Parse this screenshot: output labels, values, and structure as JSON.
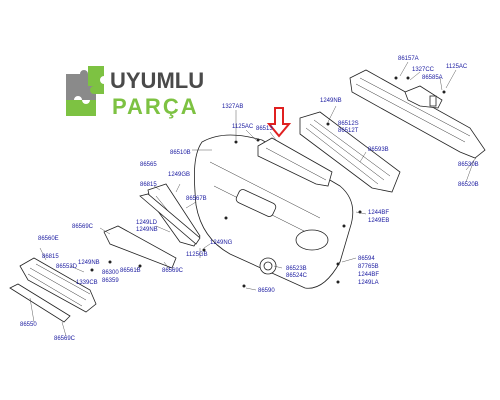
{
  "brand": {
    "line1": "UYUMLU",
    "line2": "PARÇA",
    "colors": {
      "puzzle_green": "#7dc242",
      "puzzle_gray": "#8a8a8a",
      "text_dark": "#4a4a4a",
      "text_green": "#7dc242"
    }
  },
  "highlight": {
    "color": "#e02020",
    "icon": "arrow-down"
  },
  "labels": {
    "p86157A": "86157A",
    "p1327CC": "1327CC",
    "p86585A": "86585A",
    "p1125AC_r": "1125AC",
    "p1249NB_t": "1249NB",
    "p86512S": "86512S",
    "p86512T": "86512T",
    "p1327AB": "1327AB",
    "p1125AC_m": "1125AC",
    "p86513": "86513",
    "p86510B": "86510B",
    "p86593B": "86593B",
    "p86530B": "86530B",
    "p86520B": "86520B",
    "p86565": "86565",
    "p86815": "86815",
    "p1249GB": "1249GB",
    "p86567B": "86567B",
    "p1244BF": "1244BF",
    "p1249EB": "1249EB",
    "p86569C_a": "86569C",
    "p1249LD": "1249LD",
    "p1249NB_m": "1249NB",
    "p1249NG": "1249NG",
    "p1125GB": "1125GB",
    "p86560E": "86560E",
    "p86815b": "86815",
    "p86553D": "86553D",
    "p1249NB_l": "1249NB",
    "p86561B": "86561B",
    "p86569C_b": "86569C",
    "p1339CB": "1339CB",
    "p86300": "86300",
    "p86359": "86359",
    "p86523B": "86523B",
    "p86524C": "86524C",
    "p86594": "86594",
    "p87765B": "87765B",
    "p1244BF_b": "1244BF",
    "p1249LA": "1249LA",
    "p86590": "86590",
    "p86550": "86550",
    "p86569C_c": "86569C"
  }
}
